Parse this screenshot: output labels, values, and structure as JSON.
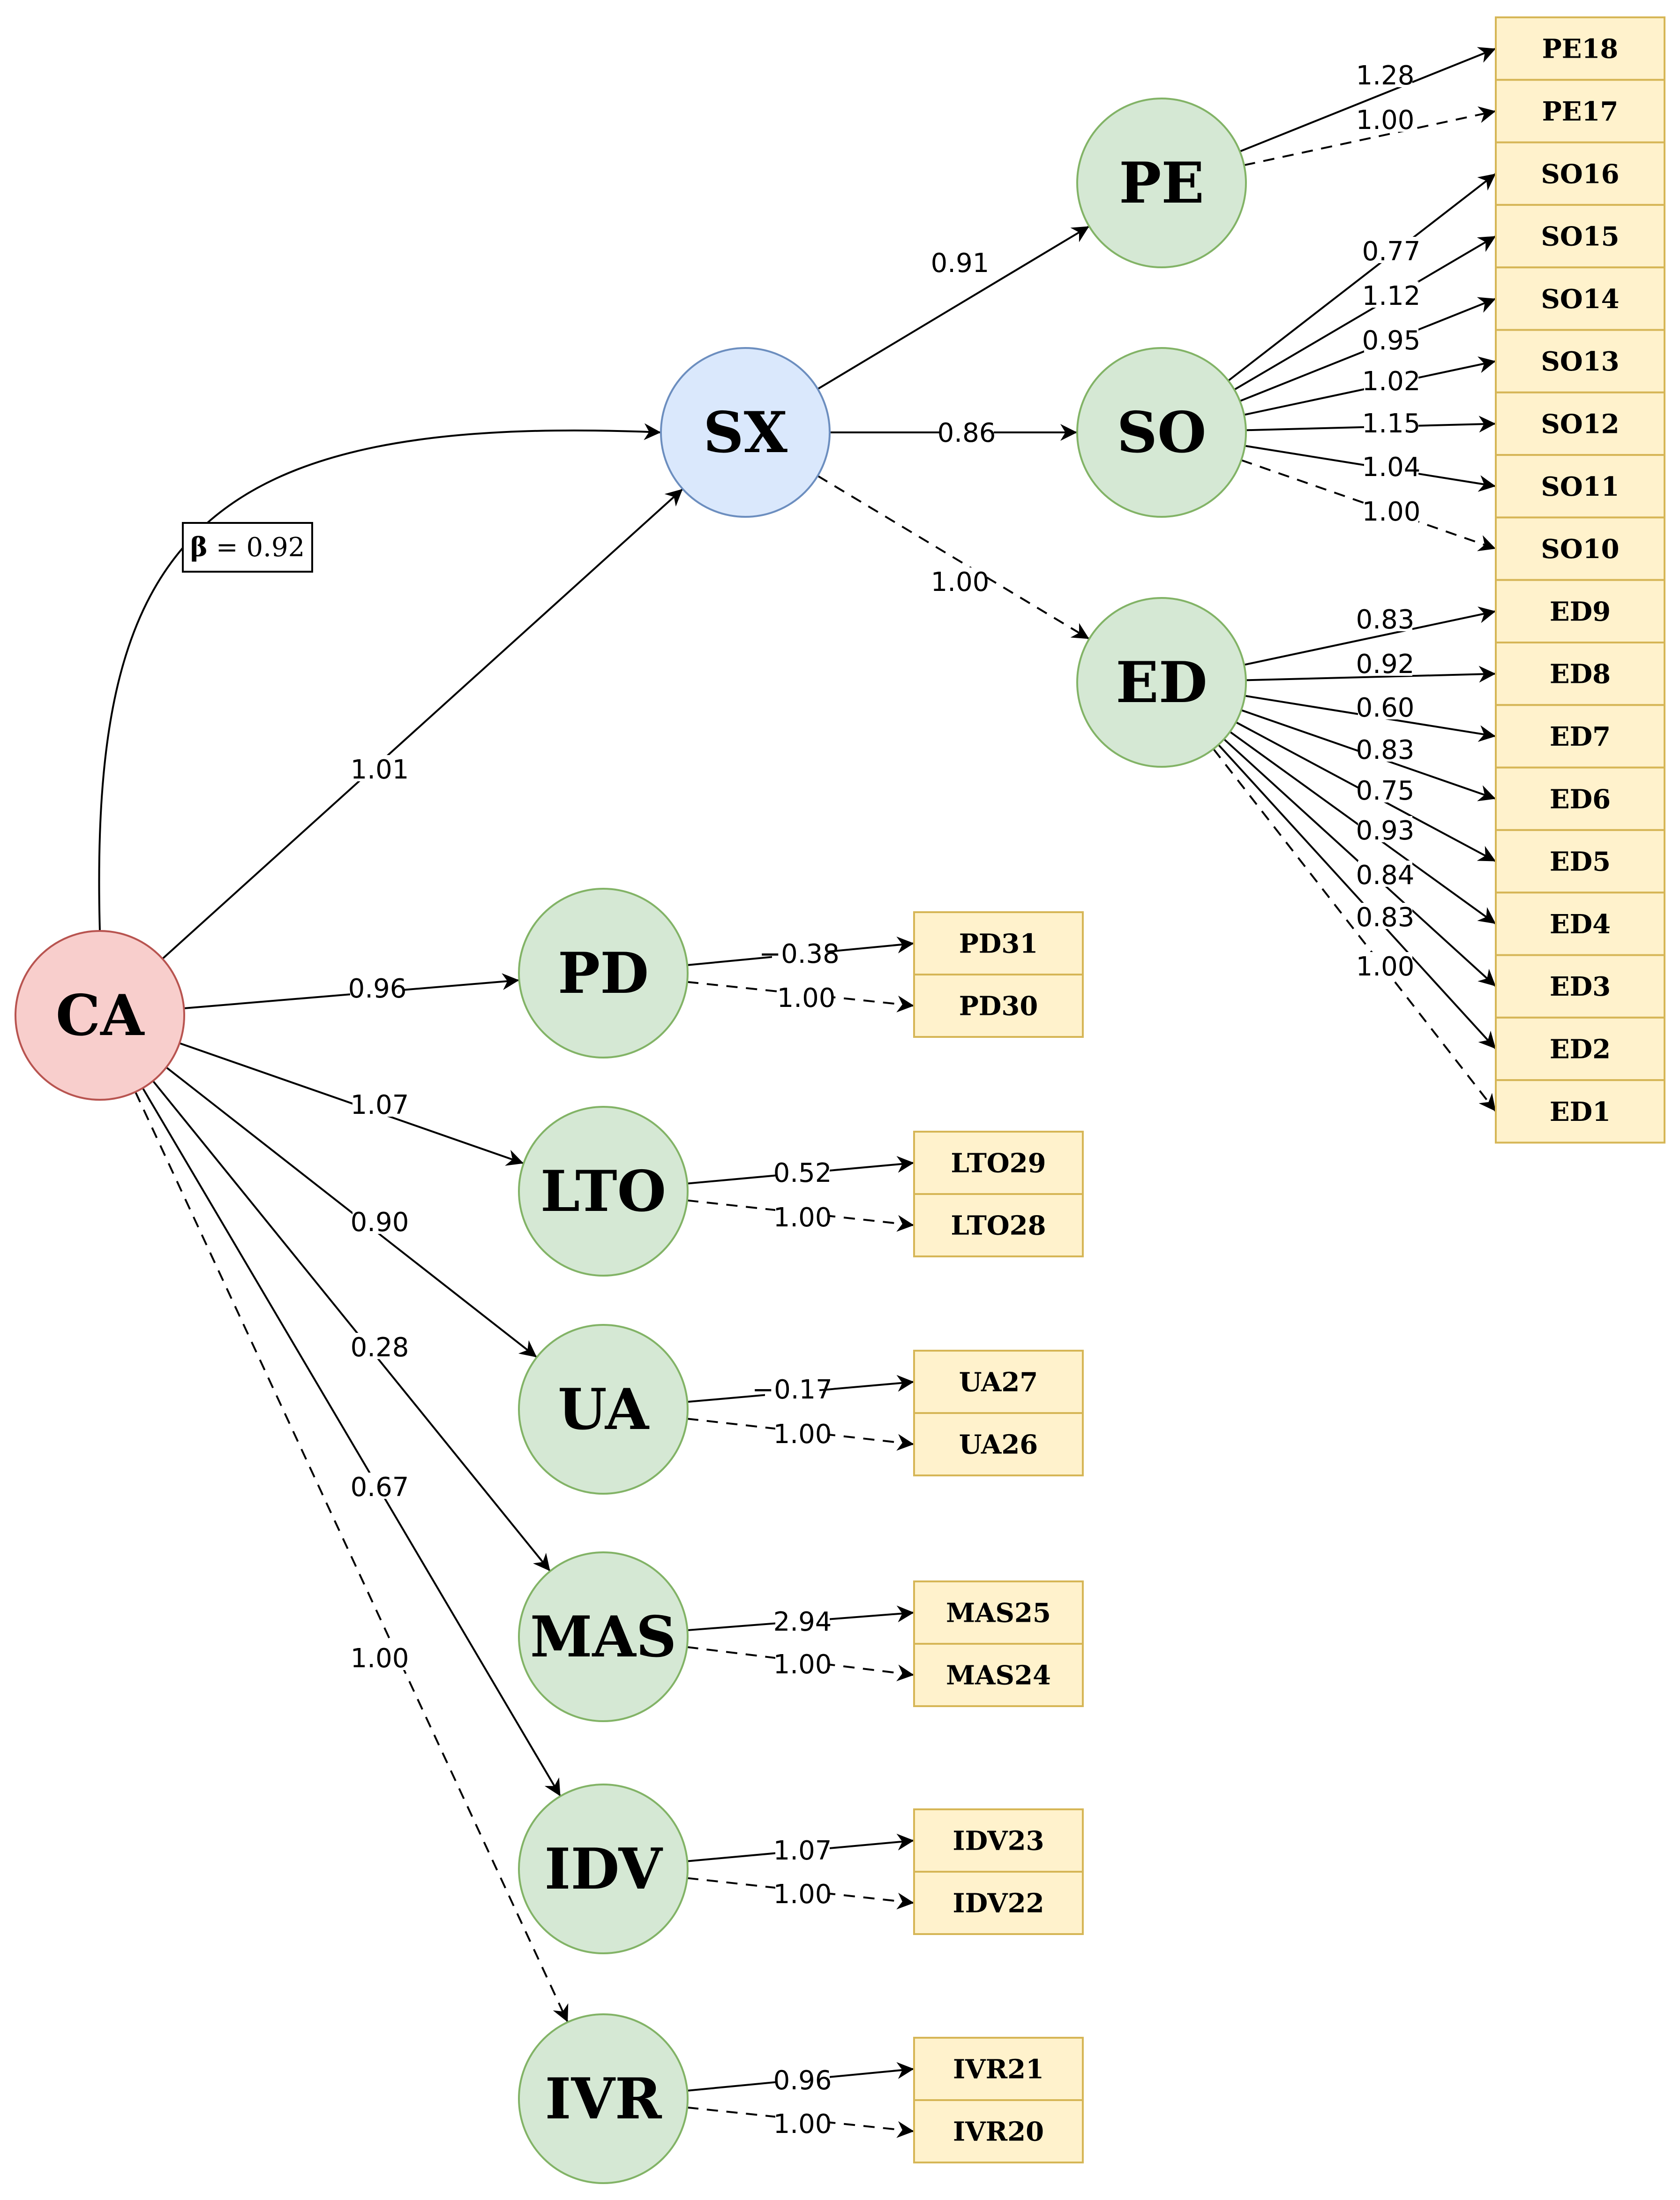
{
  "colors": {
    "ca_fill": "#f8cecc",
    "ca_stroke": "#b85450",
    "sx_fill": "#dae8fc",
    "sx_stroke": "#6c8ebf",
    "factor_fill": "#d5e8d4",
    "factor_stroke": "#82b366",
    "indicator_fill": "#fff2cc",
    "indicator_stroke": "#d6b656",
    "line": "#000000"
  },
  "nodes": [
    {
      "id": "CA",
      "label": "CA",
      "kind": "ca"
    },
    {
      "id": "SX",
      "label": "SX",
      "kind": "sx"
    },
    {
      "id": "PE",
      "label": "PE",
      "kind": "factor"
    },
    {
      "id": "SO",
      "label": "SO",
      "kind": "factor"
    },
    {
      "id": "ED",
      "label": "ED",
      "kind": "factor"
    },
    {
      "id": "PD",
      "label": "PD",
      "kind": "factor"
    },
    {
      "id": "LTO",
      "label": "LTO",
      "kind": "factor"
    },
    {
      "id": "UA",
      "label": "UA",
      "kind": "factor"
    },
    {
      "id": "MAS",
      "label": "MAS",
      "kind": "factor"
    },
    {
      "id": "IDV",
      "label": "IDV",
      "kind": "factor"
    },
    {
      "id": "IVR",
      "label": "IVR",
      "kind": "factor"
    }
  ],
  "indicators": [
    "PE18",
    "PE17",
    "SO16",
    "SO15",
    "SO14",
    "SO13",
    "SO12",
    "SO11",
    "SO10",
    "ED9",
    "ED8",
    "ED7",
    "ED6",
    "ED5",
    "ED4",
    "ED3",
    "ED2",
    "ED1",
    "PD31",
    "PD30",
    "LTO29",
    "LTO28",
    "UA27",
    "UA26",
    "MAS25",
    "MAS24",
    "IDV23",
    "IDV22",
    "IVR21",
    "IVR20"
  ],
  "beta": {
    "symbol": "β",
    "text": " = 0.92"
  },
  "edges": [
    {
      "from": "CA",
      "to": "SX",
      "label": "1.01",
      "dashed": false
    },
    {
      "from": "CA",
      "to": "PD",
      "label": "0.96",
      "dashed": false
    },
    {
      "from": "CA",
      "to": "LTO",
      "label": "1.07",
      "dashed": false
    },
    {
      "from": "CA",
      "to": "UA",
      "label": "0.90",
      "dashed": false
    },
    {
      "from": "CA",
      "to": "MAS",
      "label": "0.28",
      "dashed": false
    },
    {
      "from": "CA",
      "to": "IDV",
      "label": "0.67",
      "dashed": false
    },
    {
      "from": "CA",
      "to": "IVR",
      "label": "1.00",
      "dashed": true
    },
    {
      "from": "SX",
      "to": "PE",
      "label": "0.91",
      "dashed": false
    },
    {
      "from": "SX",
      "to": "SO",
      "label": "0.86",
      "dashed": false
    },
    {
      "from": "SX",
      "to": "ED",
      "label": "1.00",
      "dashed": true
    },
    {
      "from": "PE",
      "to": "PE18",
      "label": "1.28",
      "dashed": false
    },
    {
      "from": "PE",
      "to": "PE17",
      "label": "1.00",
      "dashed": true
    },
    {
      "from": "SO",
      "to": "SO16",
      "label": "0.77",
      "dashed": false
    },
    {
      "from": "SO",
      "to": "SO15",
      "label": "1.12",
      "dashed": false
    },
    {
      "from": "SO",
      "to": "SO14",
      "label": "0.95",
      "dashed": false
    },
    {
      "from": "SO",
      "to": "SO13",
      "label": "1.02",
      "dashed": false
    },
    {
      "from": "SO",
      "to": "SO12",
      "label": "1.15",
      "dashed": false
    },
    {
      "from": "SO",
      "to": "SO11",
      "label": "1.04",
      "dashed": false
    },
    {
      "from": "SO",
      "to": "SO10",
      "label": "1.00",
      "dashed": true
    },
    {
      "from": "ED",
      "to": "ED9",
      "label": "0.83",
      "dashed": false
    },
    {
      "from": "ED",
      "to": "ED8",
      "label": "0.92",
      "dashed": false
    },
    {
      "from": "ED",
      "to": "ED7",
      "label": "0.60",
      "dashed": false
    },
    {
      "from": "ED",
      "to": "ED6",
      "label": "0.83",
      "dashed": false
    },
    {
      "from": "ED",
      "to": "ED5",
      "label": "0.75",
      "dashed": false
    },
    {
      "from": "ED",
      "to": "ED4",
      "label": "0.93",
      "dashed": false
    },
    {
      "from": "ED",
      "to": "ED3",
      "label": "0.84",
      "dashed": false
    },
    {
      "from": "ED",
      "to": "ED2",
      "label": "0.83",
      "dashed": false
    },
    {
      "from": "ED",
      "to": "ED1",
      "label": "1.00",
      "dashed": true
    },
    {
      "from": "PD",
      "to": "PD31",
      "label": "−0.38",
      "dashed": false
    },
    {
      "from": "PD",
      "to": "PD30",
      "label": "1.00",
      "dashed": true
    },
    {
      "from": "LTO",
      "to": "LTO29",
      "label": "0.52",
      "dashed": false
    },
    {
      "from": "LTO",
      "to": "LTO28",
      "label": "1.00",
      "dashed": true
    },
    {
      "from": "UA",
      "to": "UA27",
      "label": "−0.17",
      "dashed": false
    },
    {
      "from": "UA",
      "to": "UA26",
      "label": "1.00",
      "dashed": true
    },
    {
      "from": "MAS",
      "to": "MAS25",
      "label": "2.94",
      "dashed": false
    },
    {
      "from": "MAS",
      "to": "MAS24",
      "label": "1.00",
      "dashed": true
    },
    {
      "from": "IDV",
      "to": "IDV23",
      "label": "1.07",
      "dashed": false
    },
    {
      "from": "IDV",
      "to": "IDV22",
      "label": "1.00",
      "dashed": true
    },
    {
      "from": "IVR",
      "to": "IVR21",
      "label": "0.96",
      "dashed": false
    },
    {
      "from": "IVR",
      "to": "IVR20",
      "label": "1.00",
      "dashed": true
    }
  ]
}
